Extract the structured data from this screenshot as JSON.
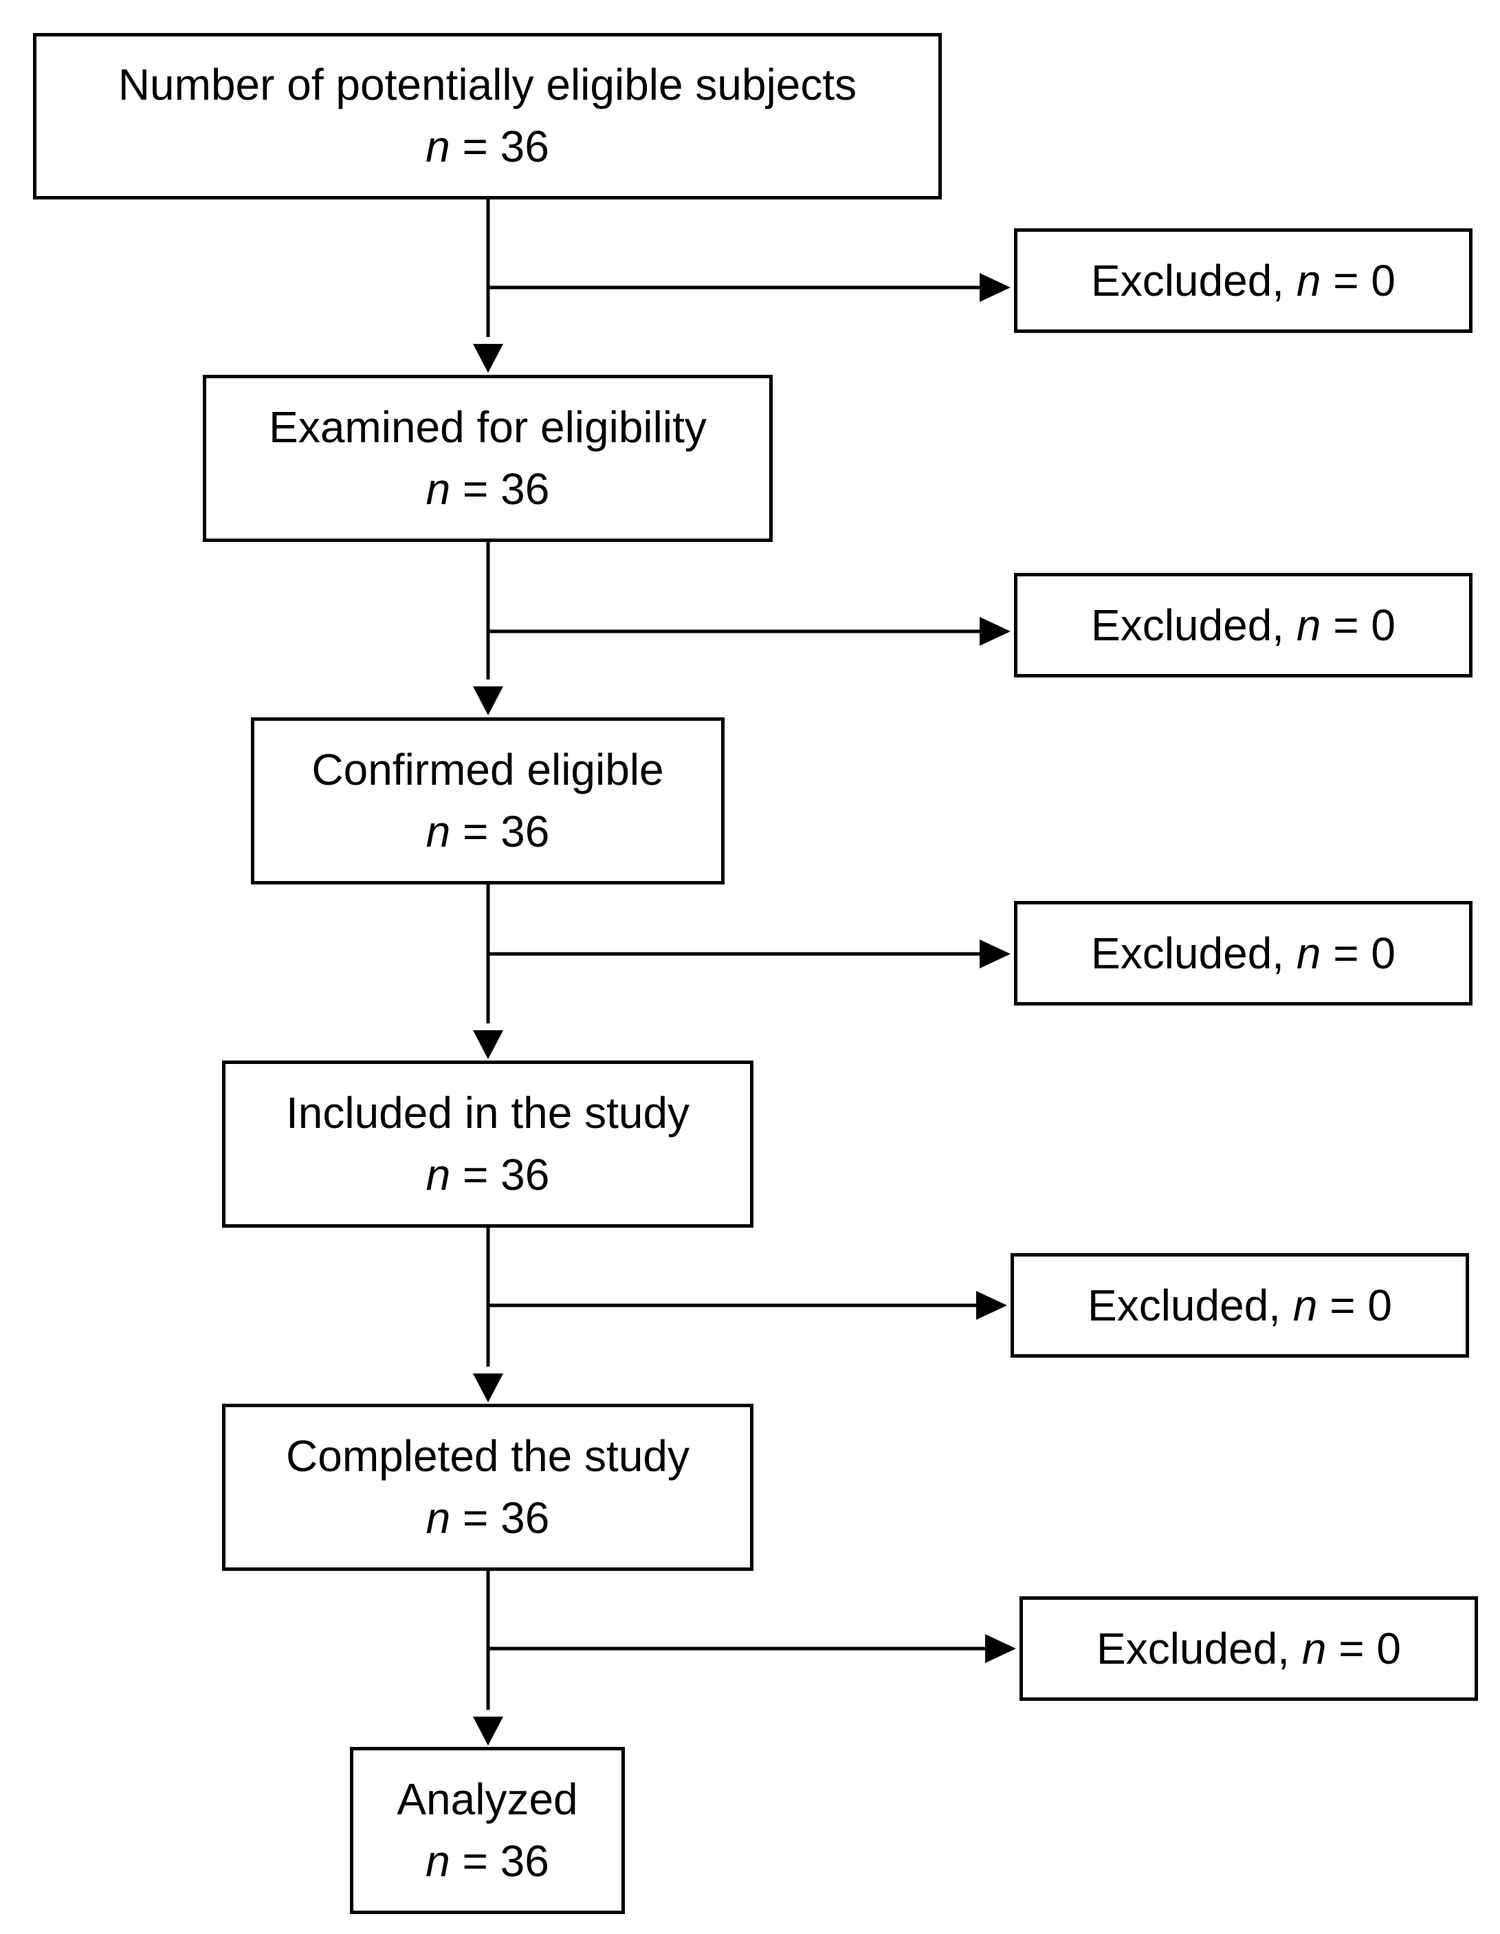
{
  "steps": [
    {
      "label": "Number of potentially eligible subjects",
      "n_symbol": "n",
      "n_value": "= 36"
    },
    {
      "label": "Examined for eligibility",
      "n_symbol": "n",
      "n_value": "= 36"
    },
    {
      "label": "Confirmed eligible",
      "n_symbol": "n",
      "n_value": "= 36"
    },
    {
      "label": "Included in the study",
      "n_symbol": "n",
      "n_value": "= 36"
    },
    {
      "label": "Completed the study",
      "n_symbol": "n",
      "n_value": "= 36"
    },
    {
      "label": "Analyzed",
      "n_symbol": "n",
      "n_value": "= 36"
    }
  ],
  "exclusions": [
    {
      "label": "Excluded,",
      "n_symbol": "n",
      "n_value": "= 0"
    },
    {
      "label": "Excluded,",
      "n_symbol": "n",
      "n_value": "= 0"
    },
    {
      "label": "Excluded,",
      "n_symbol": "n",
      "n_value": "= 0"
    },
    {
      "label": "Excluded,",
      "n_symbol": "n",
      "n_value": "= 0"
    },
    {
      "label": "Excluded,",
      "n_symbol": "n",
      "n_value": "= 0"
    }
  ]
}
